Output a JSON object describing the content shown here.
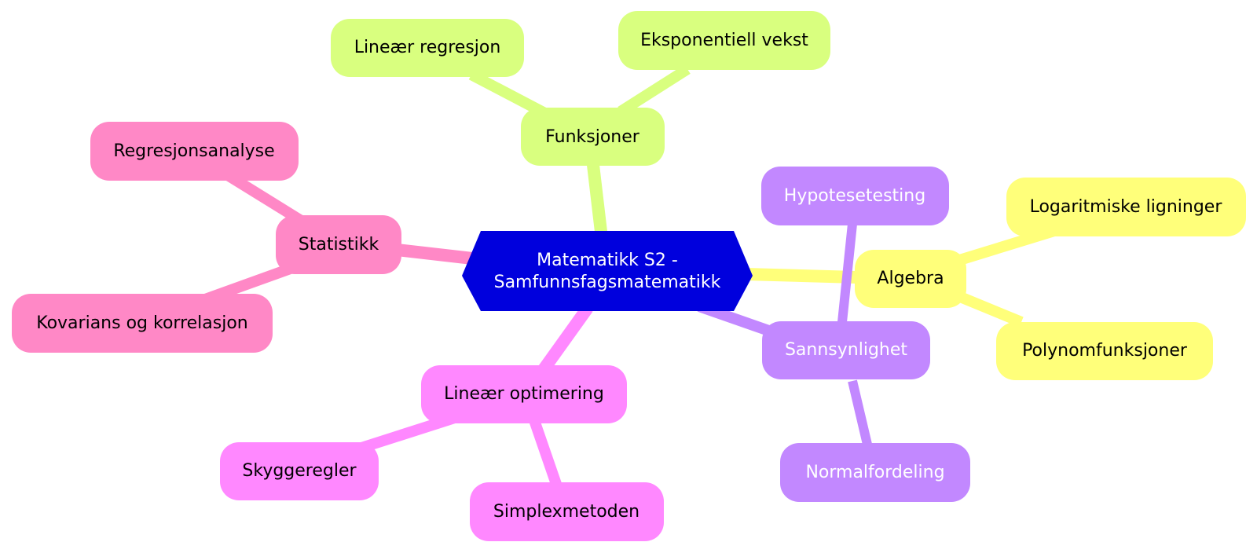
{
  "colors": {
    "root": "#0000dd",
    "funksjoner": "#d9ff7f",
    "algebra": "#ffff7a",
    "sannsynlighet": "#c288ff",
    "linear_optimering": "#ff88ff",
    "statistikk": "#ff88c6",
    "text_dark": "#000000",
    "text_light": "#ffffff"
  },
  "root": {
    "line1": "Matematikk S2 -",
    "line2": "Samfunnsfagsmatematikk"
  },
  "branches": {
    "funksjoner": {
      "label": "Funksjoner",
      "children": [
        "Lineær regresjon",
        "Eksponentiell vekst"
      ]
    },
    "algebra": {
      "label": "Algebra",
      "children": [
        "Logaritmiske ligninger",
        "Polynomfunksjoner"
      ]
    },
    "sannsynlighet": {
      "label": "Sannsynlighet",
      "children": [
        "Hypotesetesting",
        "Normalfordeling"
      ]
    },
    "linear_optimering": {
      "label": "Lineær optimering",
      "children": [
        "Skyggeregler",
        "Simplexmetoden"
      ]
    },
    "statistikk": {
      "label": "Statistikk",
      "children": [
        "Regresjonsanalyse",
        "Kovarians og korrelasjon"
      ]
    }
  }
}
